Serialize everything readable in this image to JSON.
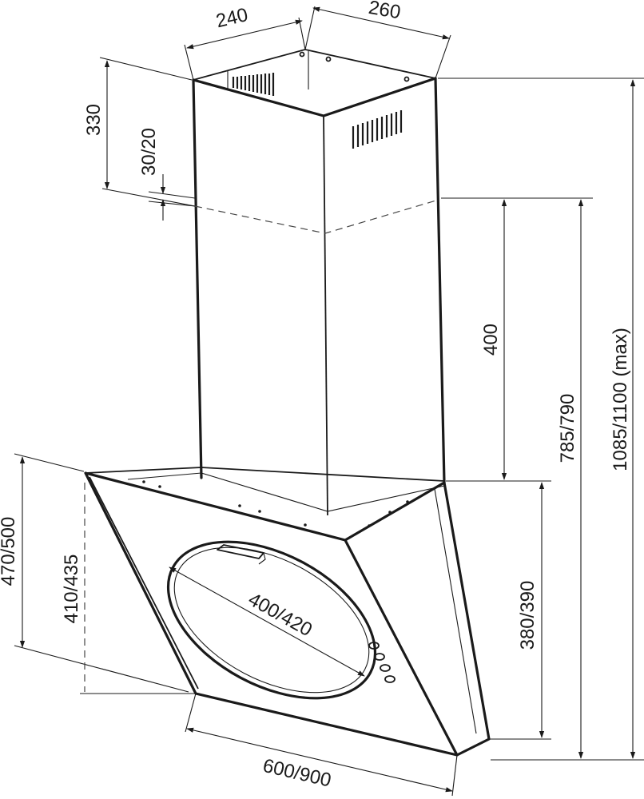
{
  "diagram": {
    "dimensions": {
      "duct_depth": "240",
      "duct_width": "260",
      "duct_top_section": "330",
      "overlap": "30/20",
      "duct_lower_section": "400",
      "mid_height": "785/790",
      "total_height": "1085/1100 (max)",
      "hood_front_height": "470/500",
      "glass_height": "410/435",
      "side_height": "380/390",
      "filter_diameter": "400/420",
      "hood_width": "600/900"
    }
  }
}
